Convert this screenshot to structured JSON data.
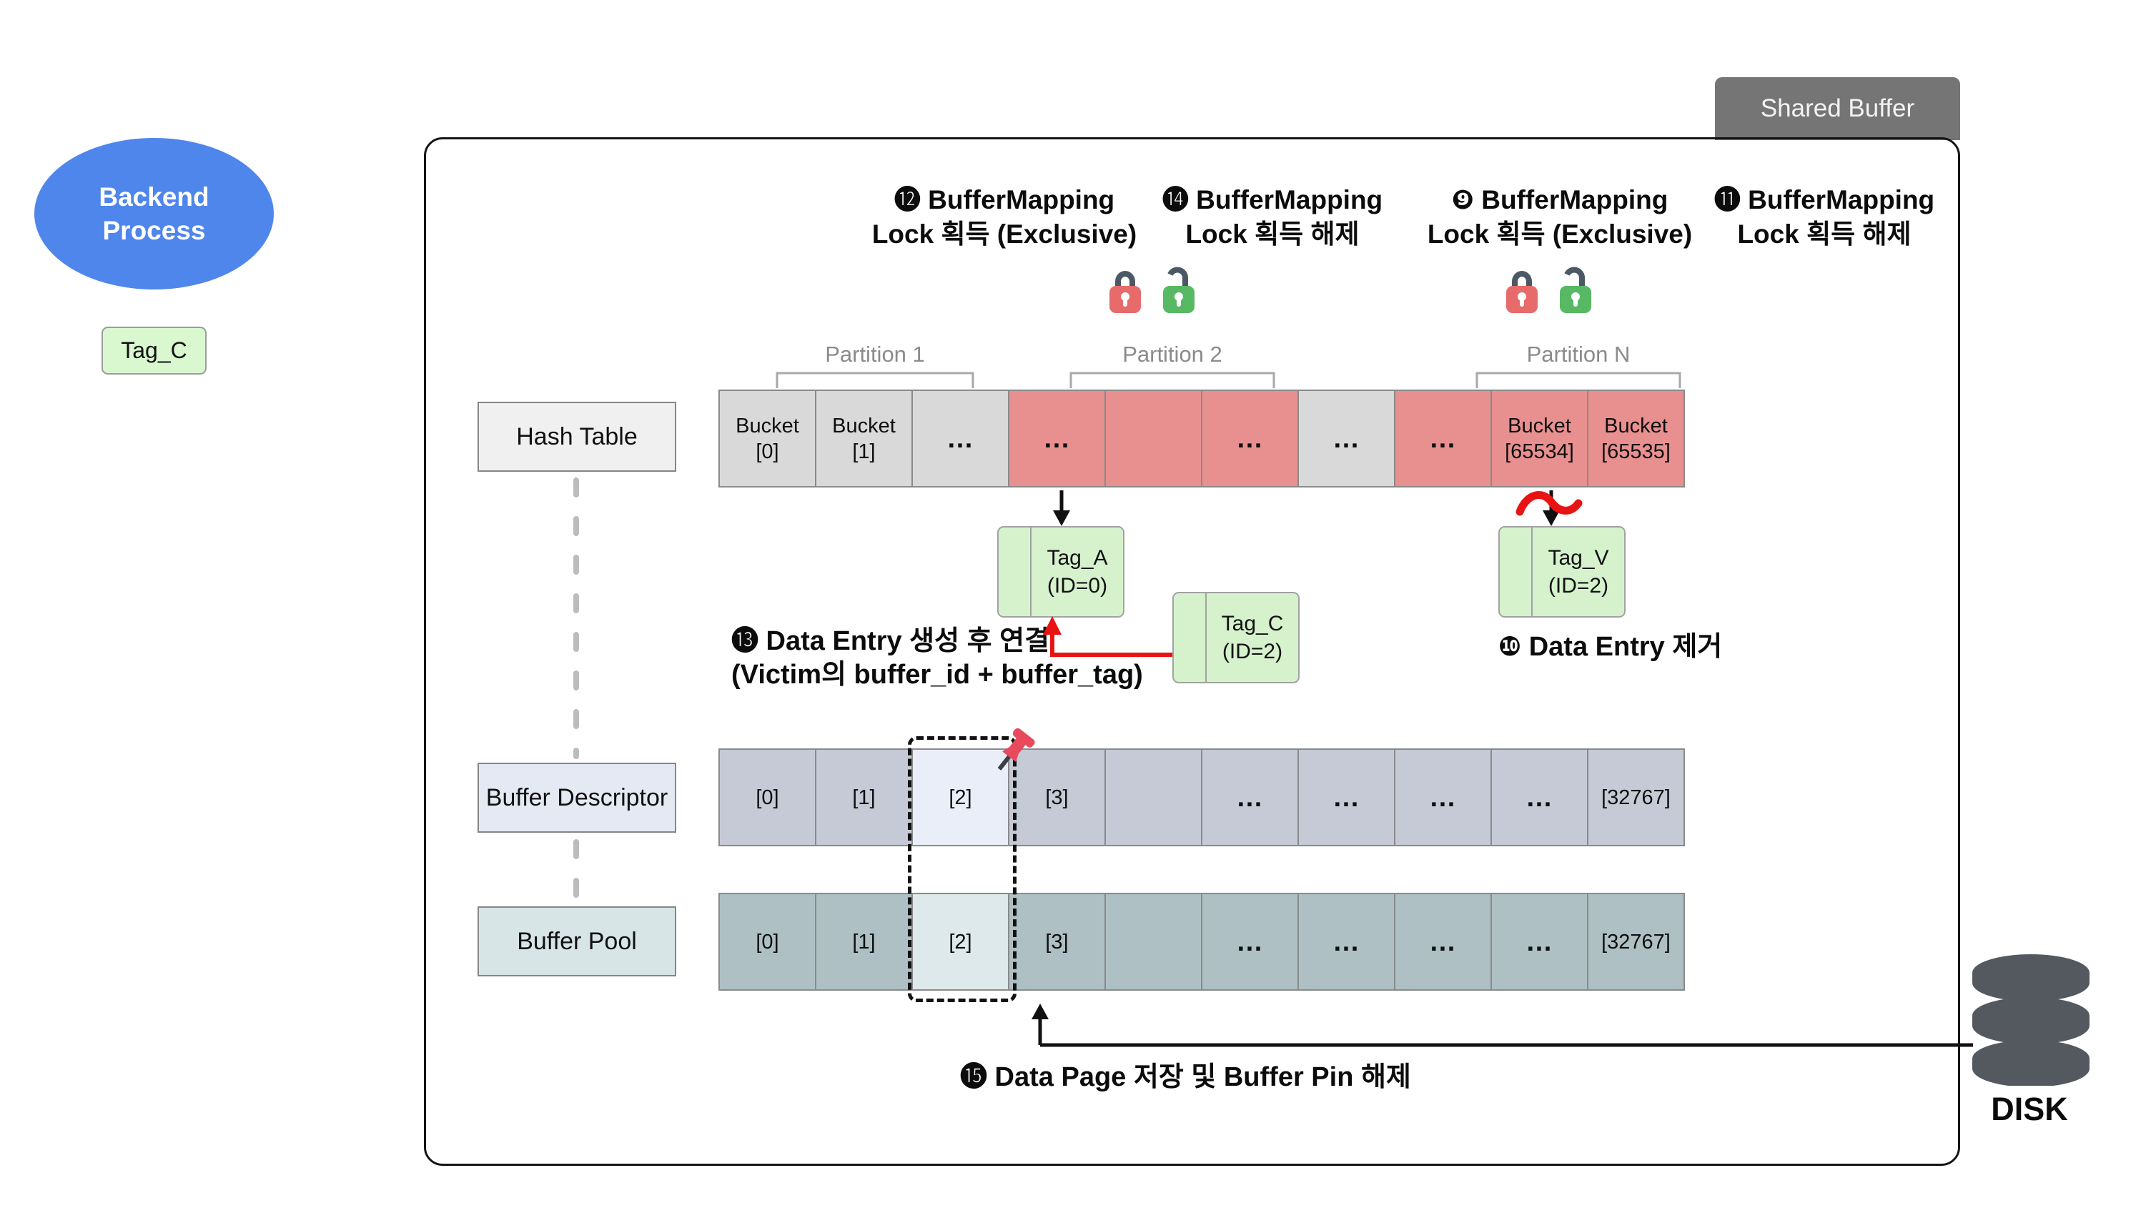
{
  "shared_buffer": {
    "tab_label": "Shared Buffer"
  },
  "backend": {
    "title_line1": "Backend",
    "title_line2": "Process",
    "tag_label": "Tag_C"
  },
  "lock_annotations": [
    {
      "line1": "⓬ BufferMapping",
      "line2": "Lock 획득 (Exclusive)"
    },
    {
      "line1": "⓮ BufferMapping",
      "line2": "Lock 획득 해제"
    },
    {
      "line1": "❾ BufferMapping",
      "line2": "Lock 획득 (Exclusive)"
    },
    {
      "line1": "⓫ BufferMapping",
      "line2": "Lock 획득 해제"
    }
  ],
  "partitions": {
    "p1": "Partition 1",
    "p2": "Partition 2",
    "pn": "Partition N"
  },
  "hash_table": {
    "label": "Hash Table",
    "cells": [
      {
        "l1": "Bucket",
        "l2": "[0]",
        "variant": "gray"
      },
      {
        "l1": "Bucket",
        "l2": "[1]",
        "variant": "gray"
      },
      {
        "l1": "…",
        "l2": "",
        "variant": "gray"
      },
      {
        "l1": "…",
        "l2": "",
        "variant": "red"
      },
      {
        "l1": "",
        "l2": "",
        "variant": "red"
      },
      {
        "l1": "…",
        "l2": "",
        "variant": "red"
      },
      {
        "l1": "…",
        "l2": "",
        "variant": "gray"
      },
      {
        "l1": "…",
        "l2": "",
        "variant": "red"
      },
      {
        "l1": "Bucket",
        "l2": "[65534]",
        "variant": "red"
      },
      {
        "l1": "Bucket",
        "l2": "[65535]",
        "variant": "red"
      }
    ]
  },
  "data_entries": {
    "tag_a": {
      "line1": "Tag_A",
      "line2": "(ID=0)"
    },
    "tag_c": {
      "line1": "Tag_C",
      "line2": "(ID=2)"
    },
    "tag_v": {
      "line1": "Tag_V",
      "line2": "(ID=2)"
    }
  },
  "steps": {
    "step13_line1": "⓭ Data Entry 생성 후 연결",
    "step13_line2": "(Victim의 buffer_id + buffer_tag)",
    "step10": "❿ Data Entry 제거",
    "step15": "⓯ Data Page 저장 및 Buffer Pin 해제"
  },
  "buffer_descriptor": {
    "label": "Buffer Descriptor",
    "cells": [
      "[0]",
      "[1]",
      "[2]",
      "[3]",
      "",
      "…",
      "…",
      "…",
      "…",
      "[32767]"
    ]
  },
  "buffer_pool": {
    "label": "Buffer Pool",
    "cells": [
      "[0]",
      "[1]",
      "[2]",
      "[3]",
      "",
      "…",
      "…",
      "…",
      "…",
      "[32767]"
    ]
  },
  "disk": {
    "label": "DISK"
  },
  "colors": {
    "backend_blue": "#4f86ec",
    "bucket_red": "#e89090",
    "bucket_gray": "#d9d9d9",
    "entry_green": "#d6f2cd",
    "descriptor_cell": "#c5cad6",
    "pool_cell": "#aec0c3",
    "tab_gray": "#757575",
    "lock_red": "#e86b6b",
    "lock_green": "#57b964",
    "accent_red": "#e81414",
    "disk_gray": "#54595f"
  }
}
